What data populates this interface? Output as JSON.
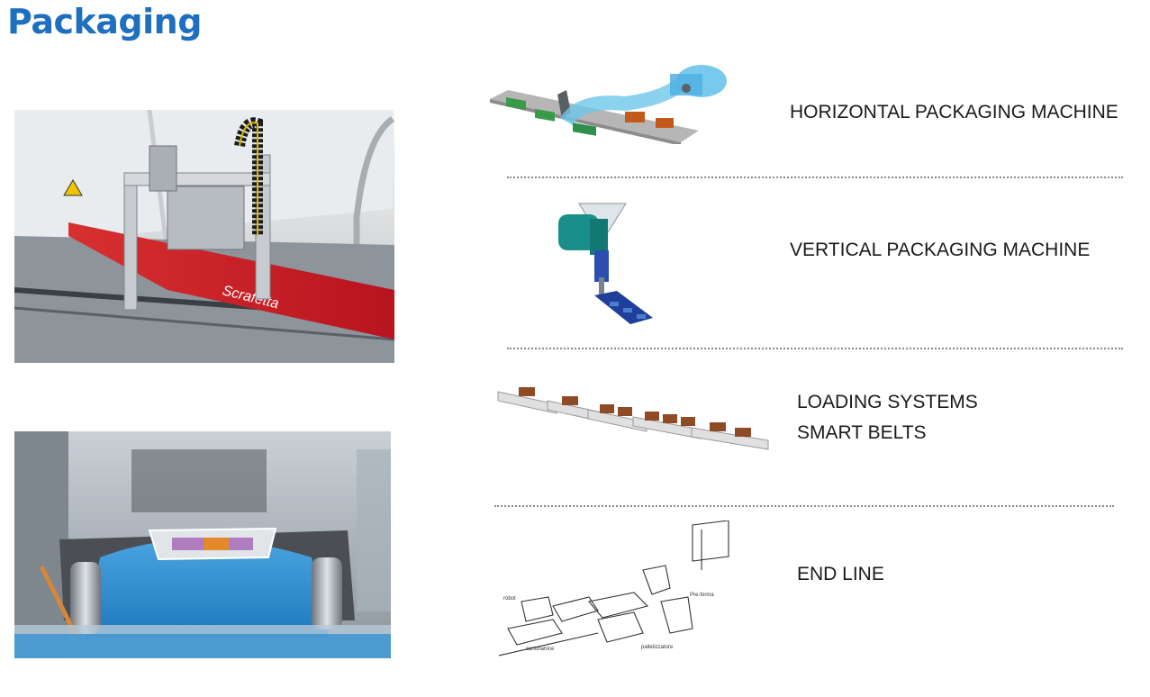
{
  "page": {
    "title": "Packaging"
  },
  "sections": [
    {
      "id": "horizontal",
      "labels": [
        "HORIZONTAL PACKAGING MACHINE"
      ]
    },
    {
      "id": "vertical",
      "labels": [
        "VERTICAL PACKAGING MACHINE"
      ]
    },
    {
      "id": "loading",
      "labels": [
        "LOADING SYSTEMS",
        "SMART BELTS"
      ]
    },
    {
      "id": "endline",
      "labels": [
        "END LINE"
      ]
    }
  ],
  "sketch_notes": [
    "robot",
    "Pre-forma",
    "palletizzatore",
    "cartonatrice"
  ],
  "colors": {
    "title": "#1f6fc0",
    "belt_blue": "#2f8fd0",
    "product_red": "#c8202a",
    "box_brown": "#9a4a22"
  }
}
